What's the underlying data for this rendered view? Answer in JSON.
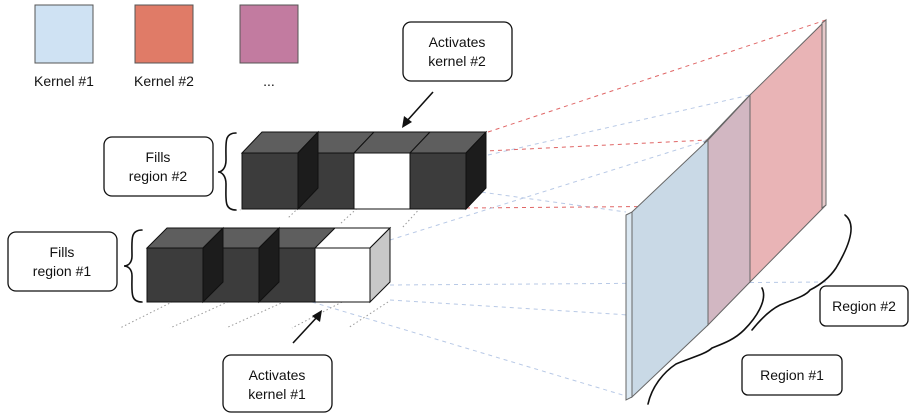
{
  "legend": {
    "kernel1_label": "Kernel #1",
    "kernel2_label": "Kernel #2",
    "more_label": "...",
    "kernel1_color": "#cfe2f3",
    "kernel2_color": "#e07b67",
    "more_color": "#c27ba0"
  },
  "callouts": {
    "activates_kernel2": [
      "Activates",
      "kernel #2"
    ],
    "activates_kernel1": [
      "Activates",
      "kernel #1"
    ],
    "fills_region2": [
      "Fills",
      "region #2"
    ],
    "fills_region1": [
      "Fills",
      "region #1"
    ]
  },
  "regions": {
    "region1_label": "Region #1",
    "region2_label": "Region #2",
    "region1_color": "#c9d9e6",
    "region2_color": "#e9b4b6",
    "overlap_color": "#d2b7c2"
  },
  "colors": {
    "dark_cube": "#3c3c3c",
    "active_cube": "#ffffff",
    "guide_blue": "#b8c9e6",
    "guide_red": "#e06666"
  }
}
